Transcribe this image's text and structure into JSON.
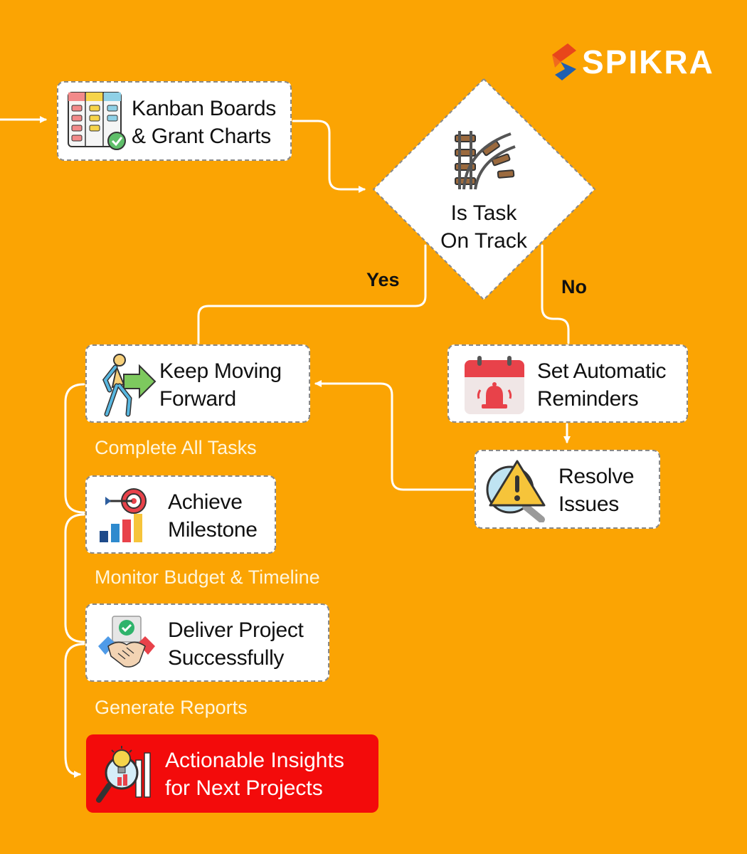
{
  "brand": {
    "name": "SPIKRA"
  },
  "nodes": {
    "kanban": {
      "line1": "Kanban Boards",
      "line2": "& Grant Charts"
    },
    "decision": {
      "line1": "Is Task",
      "line2": "On Track"
    },
    "keep_moving": {
      "line1": "Keep Moving",
      "line2": "Forward"
    },
    "reminders": {
      "line1": "Set Automatic",
      "line2": "Reminders"
    },
    "resolve": {
      "line1": "Resolve",
      "line2": "Issues"
    },
    "milestone": {
      "line1": "Achieve",
      "line2": "Milestone"
    },
    "deliver": {
      "line1": "Deliver Project",
      "line2": "Successfully"
    },
    "insights": {
      "line1": "Actionable Insights",
      "line2": "for Next Projects"
    }
  },
  "branch_labels": {
    "yes": "Yes",
    "no": "No"
  },
  "step_labels": {
    "complete_tasks": "Complete All Tasks",
    "monitor": "Monitor Budget & Timeline",
    "reports": "Generate Reports"
  },
  "colors": {
    "background": "#FBA403",
    "node_fill": "#FFFFFF",
    "node_border": "#8A8A8A",
    "highlight": "#F30B0B",
    "connector": "#FFFFFF"
  }
}
